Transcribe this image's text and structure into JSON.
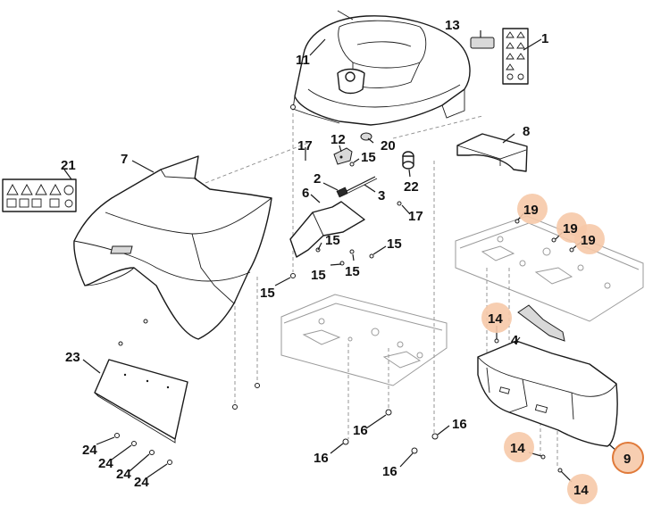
{
  "callouts": {
    "c1": "1",
    "c2": "2",
    "c3": "3",
    "c4": "4",
    "c6": "6",
    "c7": "7",
    "c8": "8",
    "c9": "9",
    "c11": "11",
    "c12": "12",
    "c13": "13",
    "c14a": "14",
    "c14b": "14",
    "c14c": "14",
    "c15a": "15",
    "c15b": "15",
    "c15c": "15",
    "c15d": "15",
    "c15e": "15",
    "c15f": "15",
    "c16a": "16",
    "c16b": "16",
    "c16c": "16",
    "c16d": "16",
    "c17a": "17",
    "c17b": "17",
    "c19a": "19",
    "c19b": "19",
    "c19c": "19",
    "c20": "20",
    "c21": "21",
    "c22": "22",
    "c23": "23",
    "c24a": "24",
    "c24b": "24",
    "c24c": "24",
    "c24d": "24"
  },
  "colors": {
    "highlight": "#f6c9a9",
    "highlight_ring": "#e07a3a",
    "line": "#1a1a1a"
  }
}
